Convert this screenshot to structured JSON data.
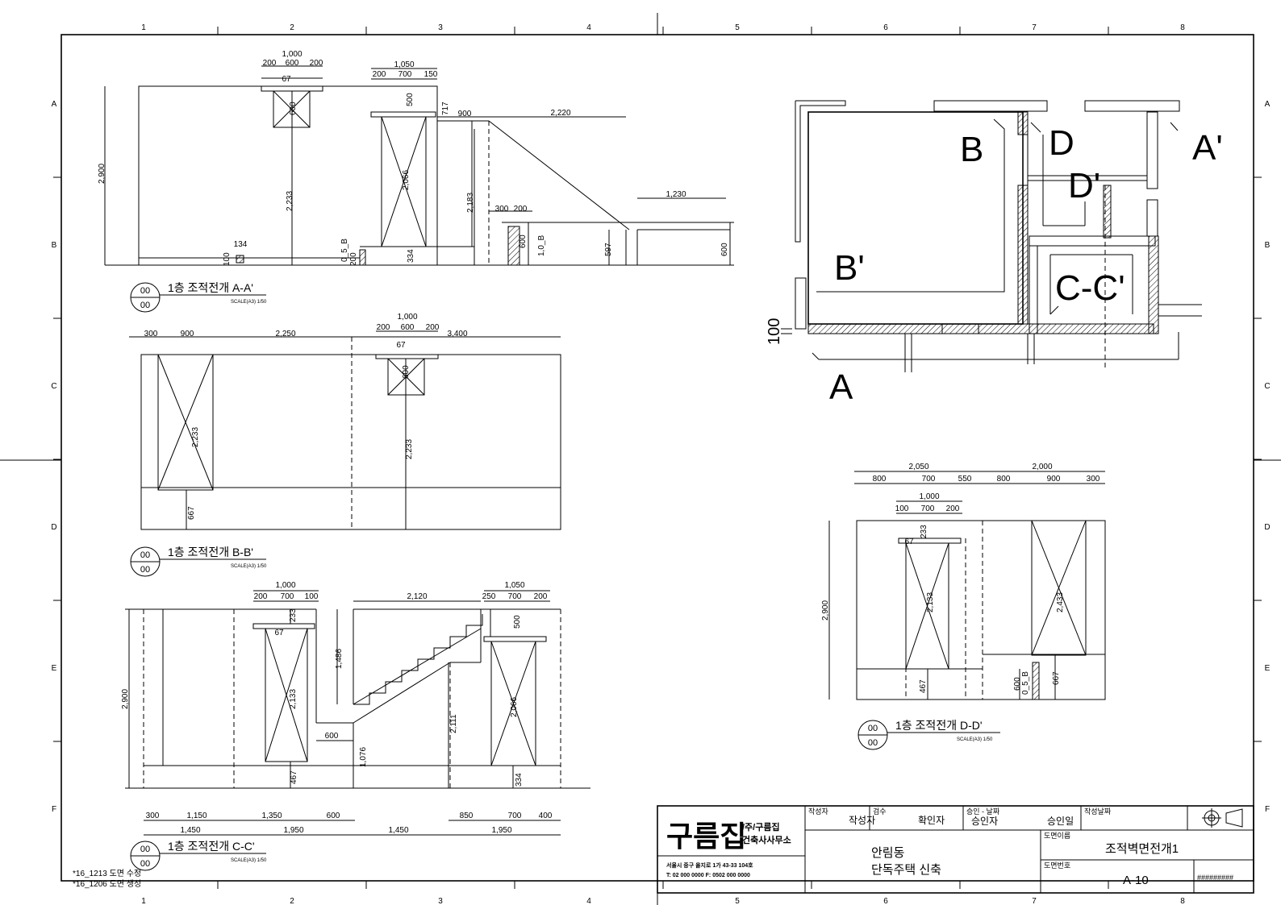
{
  "border": {
    "columns": [
      "1",
      "2",
      "3",
      "4",
      "5",
      "6",
      "7",
      "8"
    ],
    "rows": [
      "A",
      "B",
      "C",
      "D",
      "E",
      "F"
    ]
  },
  "elev_aa": {
    "title": "1층 조적전개 A-A'",
    "scale": "SCALE(A3) 1/50",
    "bubble_top": "00",
    "bubble_bottom": "00",
    "dims": [
      "1,000",
      "200",
      "600",
      "200",
      "67",
      "1,050",
      "200",
      "700",
      "150",
      "500",
      "717",
      "900",
      "2,220",
      "2,900",
      "2,233",
      "600",
      "2,066",
      "2,183",
      "1,230",
      "300",
      "200",
      "600",
      "1,0_B",
      "597",
      "600",
      "134",
      "100",
      "0_5_B",
      "200",
      "334"
    ]
  },
  "elev_bb": {
    "title": "1층 조적전개 B-B'",
    "scale": "SCALE(A3) 1/50",
    "bubble_top": "00",
    "bubble_bottom": "00",
    "dims": [
      "300",
      "900",
      "2,250",
      "1,000",
      "200",
      "600",
      "200",
      "3,400",
      "67",
      "600",
      "2,233",
      "2,233",
      "667"
    ]
  },
  "elev_cc": {
    "title": "1층 조적전개 C-C'",
    "scale": "SCALE(A3) 1/50",
    "bubble_top": "00",
    "bubble_bottom": "00",
    "dims": [
      "1,000",
      "200",
      "700",
      "100",
      "2,120",
      "1,050",
      "250",
      "700",
      "200",
      "233",
      "67",
      "1,486",
      "500",
      "2,900",
      "2,133",
      "2,066",
      "600",
      "2,111",
      "1,076",
      "467",
      "334",
      "300",
      "1,150",
      "1,350",
      "600",
      "850",
      "700",
      "400",
      "1,450",
      "1,950",
      "1,450",
      "1,950"
    ]
  },
  "elev_dd": {
    "title": "1층 조적전개 D-D'",
    "scale": "SCALE(A3) 1/50",
    "bubble_top": "00",
    "bubble_bottom": "00",
    "dims": [
      "2,050",
      "2,000",
      "800",
      "700",
      "550",
      "800",
      "900",
      "300",
      "1,000",
      "100",
      "700",
      "200",
      "233",
      "67",
      "2,900",
      "2,133",
      "2,433",
      "600",
      "0_5_B",
      "467",
      "667"
    ]
  },
  "plan": {
    "labels": [
      "A",
      "A'",
      "B",
      "B'",
      "C-C'",
      "D",
      "D'"
    ],
    "dim": "100"
  },
  "notes": [
    "*16_1213 도면 수정",
    "*16_1206 도면 생성"
  ],
  "title_block": {
    "logo": "구름집",
    "company_line1": "/주/구름집",
    "company_line2": "건축사사무소",
    "address": "서울시 중구 을지로 1가 43-33 104호",
    "contact": "T: 02 000 0000   F: 0502 000 0000",
    "author_label": "작성자",
    "author": "작성자",
    "check_label": "검수",
    "check": "확인자",
    "approve_label": "승인 - 날짜",
    "approver": "승인자",
    "approve_date": "승인일",
    "date_label": "작성날짜",
    "project_line1": "안림동",
    "project_line2": "단독주택 신축",
    "drawing_name_label": "도면이름",
    "drawing_name": "조적벽면전개1",
    "drawing_no_label": "도면번호",
    "drawing_no": "A-10",
    "date_value": "#########"
  }
}
